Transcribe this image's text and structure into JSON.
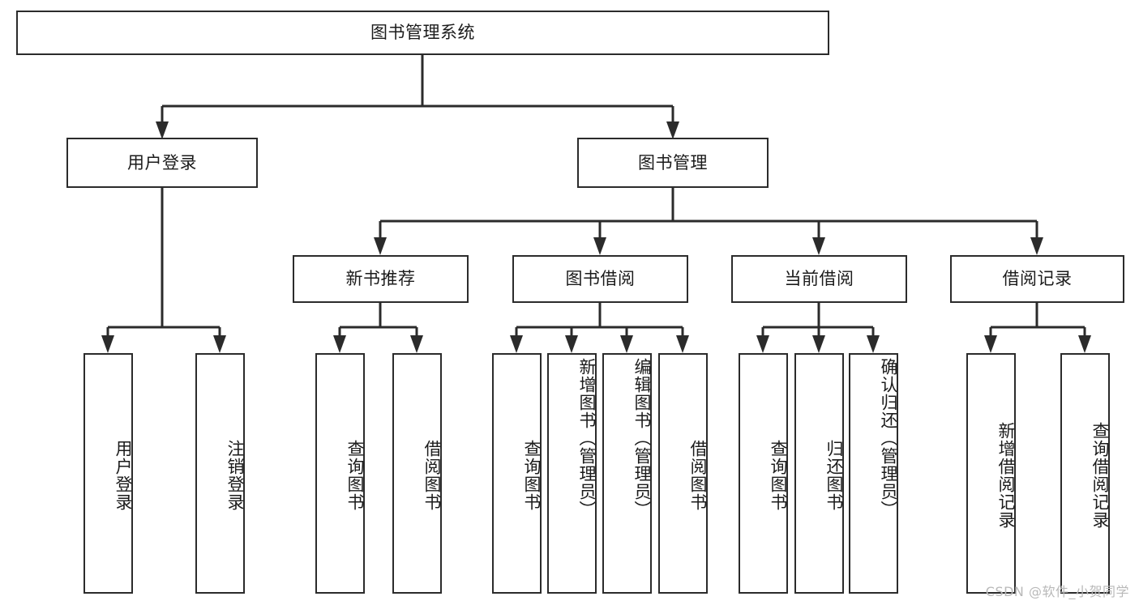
{
  "diagram": {
    "title": "图书管理系统",
    "watermark": "CSDN @软件_小贺同学",
    "colors": {
      "stroke": "#2b2b2b",
      "fill": "#ffffff",
      "text": "#1b1b1b",
      "watermark": "#b9b9b9"
    },
    "nodes": {
      "root": "图书管理系统",
      "level2": {
        "user_login": "用户登录",
        "book_manage": "图书管理"
      },
      "level3": {
        "new_book_rec": "新书推荐",
        "book_borrow": "图书借阅",
        "current_borrow": "当前借阅",
        "borrow_record": "借阅记录"
      },
      "leaves": {
        "user_login_1": "用户登录",
        "user_login_2": "注销登录",
        "new_book_rec_1": "查询图书",
        "new_book_rec_2": "借阅图书",
        "book_borrow_1": "查询图书",
        "book_borrow_2": "新增图书（管理员）",
        "book_borrow_3": "编辑图书（管理员）",
        "book_borrow_4": "借阅图书",
        "current_borrow_1": "查询图书",
        "current_borrow_2": "归还图书",
        "current_borrow_3": "确认归还（管理员）",
        "borrow_record_1": "新增借阅记录",
        "borrow_record_2": "查询借阅记录"
      }
    }
  }
}
